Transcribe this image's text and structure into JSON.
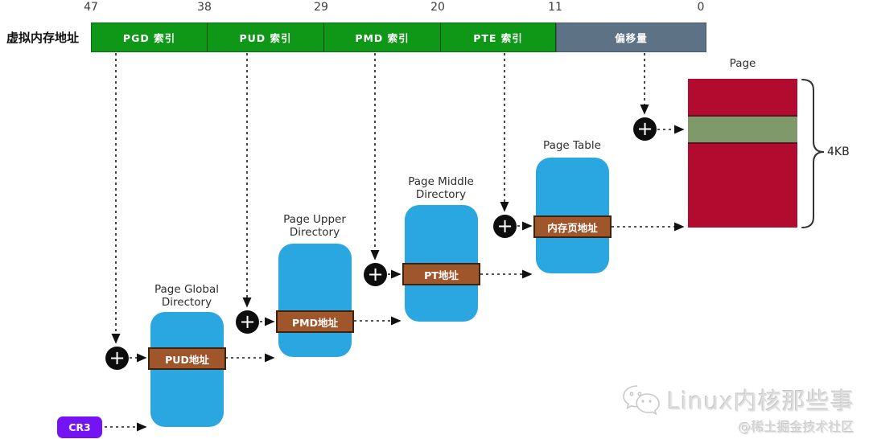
{
  "address_bar": {
    "title": "虚拟内存地址",
    "bits": [
      "47",
      "38",
      "29",
      "20",
      "11",
      "0"
    ],
    "segments": [
      {
        "label": "PGD 索引",
        "color": "#0f9718"
      },
      {
        "label": "PUD 索引",
        "color": "#0f9718"
      },
      {
        "label": "PMD 索引",
        "color": "#0f9718"
      },
      {
        "label": "PTE 索引",
        "color": "#0f9718"
      },
      {
        "label": "偏移量",
        "color": "#5d7284"
      }
    ]
  },
  "tables": [
    {
      "title": "Page Global Directory",
      "row": "PUD地址"
    },
    {
      "title": "Page Upper Directory",
      "row": "PMD地址"
    },
    {
      "title": "Page Middle Directory",
      "row": "PT地址"
    },
    {
      "title": "Page Table",
      "row": "内存页地址"
    }
  ],
  "page": {
    "title": "Page",
    "size": "4KB"
  },
  "cr3": {
    "label": "CR3"
  },
  "icons": {
    "plus": "+"
  },
  "watermark": {
    "title": "Linux内核那些事",
    "subtitle": "@稀土掘金技术社区"
  },
  "colors": {
    "segment_green": "#0f9718",
    "segment_gray": "#5d7284",
    "table_blue": "#2aa7e1",
    "entry_brown": "#a0562b",
    "page_red": "#b30b2f",
    "page_band_green": "#80996a",
    "cr3_purple": "#7414f5",
    "connector_black": "#1a1a1a"
  }
}
